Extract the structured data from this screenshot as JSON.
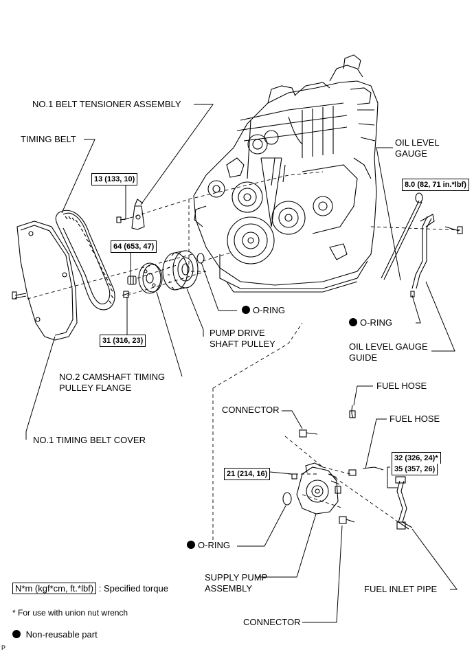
{
  "labels": {
    "belt_tensioner": "NO.1 BELT TENSIONER ASSEMBLY",
    "timing_belt": "TIMING BELT",
    "oil_level_gauge": [
      "OIL LEVEL",
      "GAUGE"
    ],
    "oring_1": "O-RING",
    "oring_2": "O-RING",
    "oring_3": "O-RING",
    "pump_drive_shaft_pulley": [
      "PUMP DRIVE",
      "SHAFT PULLEY"
    ],
    "oil_level_gauge_guide": [
      "OIL LEVEL GAUGE",
      "GUIDE"
    ],
    "camshaft_flange": [
      "NO.2 CAMSHAFT TIMING",
      "PULLEY FLANGE"
    ],
    "timing_belt_cover": "NO.1 TIMING BELT COVER",
    "fuel_hose_1": "FUEL HOSE",
    "fuel_hose_2": "FUEL HOSE",
    "connector_1": "CONNECTOR",
    "connector_2": "CONNECTOR",
    "supply_pump": [
      "SUPPLY PUMP",
      "ASSEMBLY"
    ],
    "fuel_inlet_pipe": "FUEL INLET PIPE"
  },
  "torques": {
    "t13": "13 (133, 10)",
    "t8": "8.0 (82, 71 in.*lbf)",
    "t64": "64 (653, 47)",
    "t31": "31 (316, 23)",
    "t21": "21 (214, 16)",
    "t32": "32 (326, 24)*",
    "t35": "35 (357, 26)"
  },
  "legend": {
    "unit_box": "N*m (kgf*cm, ft.*lbf)",
    "unit_text": ": Specified torque",
    "note": "* For use with union nut wrench",
    "nonreusable": "Non-reusable part"
  },
  "corner_code": "P"
}
